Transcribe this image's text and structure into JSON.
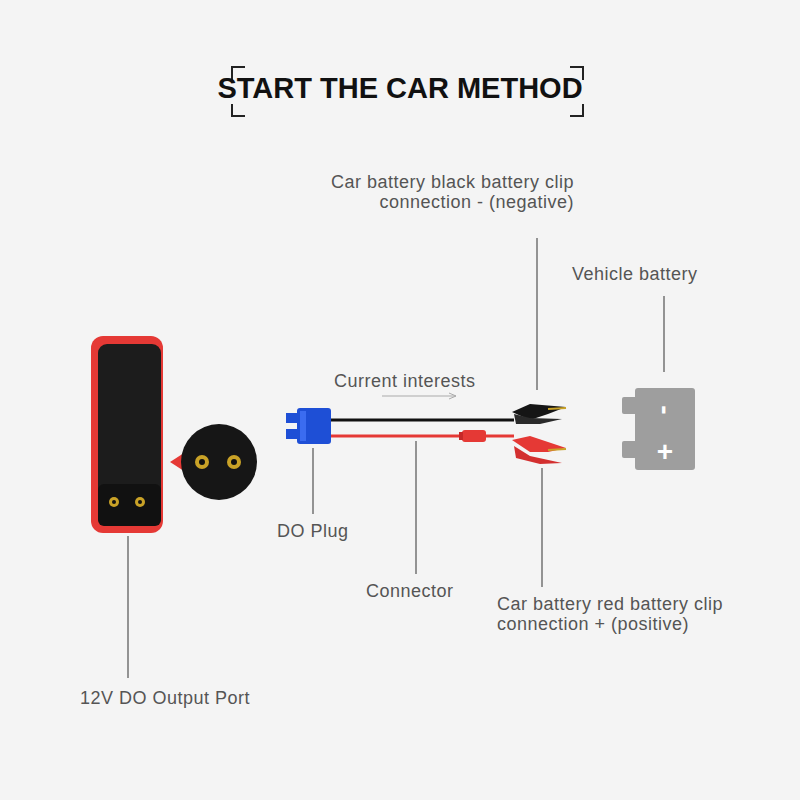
{
  "diagram": {
    "title": "START THE CAR METHOD",
    "nodes": [
      {
        "text": [
          "Vehicle battery",
          "-",
          "+"
        ]
      }
    ],
    "labels": [
      "Car battery black battery clip connection - (negative)",
      "Current interests",
      "DO Plug",
      "Connector",
      "Car battery red battery clip connection + (positive)",
      "12V DO Output Port"
    ]
  }
}
